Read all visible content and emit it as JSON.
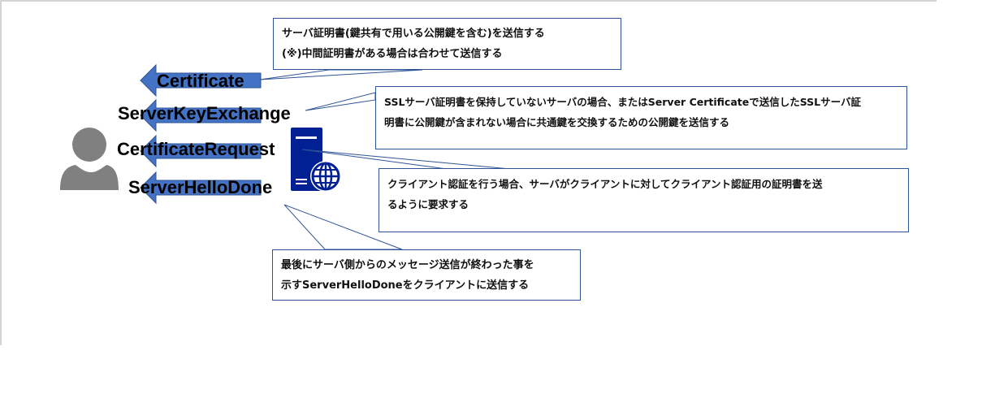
{
  "diagram": {
    "title": "SSL/TLS Handshake - Server to Client messages",
    "colors": {
      "arrow_fill": "#4472c4",
      "arrow_stroke": "#2f5496",
      "server_icon": "#002093",
      "person_icon": "#808080",
      "callout_border": "#2f5496",
      "frame_border": "#d4d4d4"
    },
    "messages": [
      {
        "label": "Certificate"
      },
      {
        "label": "ServerKeyExchange"
      },
      {
        "label": "CertificateRequest"
      },
      {
        "label": "ServerHelloDone"
      }
    ],
    "callouts": [
      {
        "lines": [
          "サーバ証明書(鍵共有で用いる公開鍵を含む)を送信する",
          "(※)中間証明書がある場合は合わせて送信する"
        ]
      },
      {
        "lines": [
          "SSLサーバ証明書を保持していないサーバの場合、またはServer Certificateで送信したSSLサーバ証",
          "明書に公開鍵が含まれない場合に共通鍵を交換するための公開鍵を送信する"
        ]
      },
      {
        "lines": [
          "クライアント認証を行う場合、サーバがクライアントに対してクライアント認証用の証明書を送",
          "るように要求する"
        ]
      },
      {
        "lines": [
          "最後にサーバ側からのメッセージ送信が終わった事を",
          "示すServerHelloDoneをクライアントに送信する"
        ]
      }
    ],
    "icons": {
      "client": "person-icon",
      "server": "server-globe-icon"
    }
  }
}
